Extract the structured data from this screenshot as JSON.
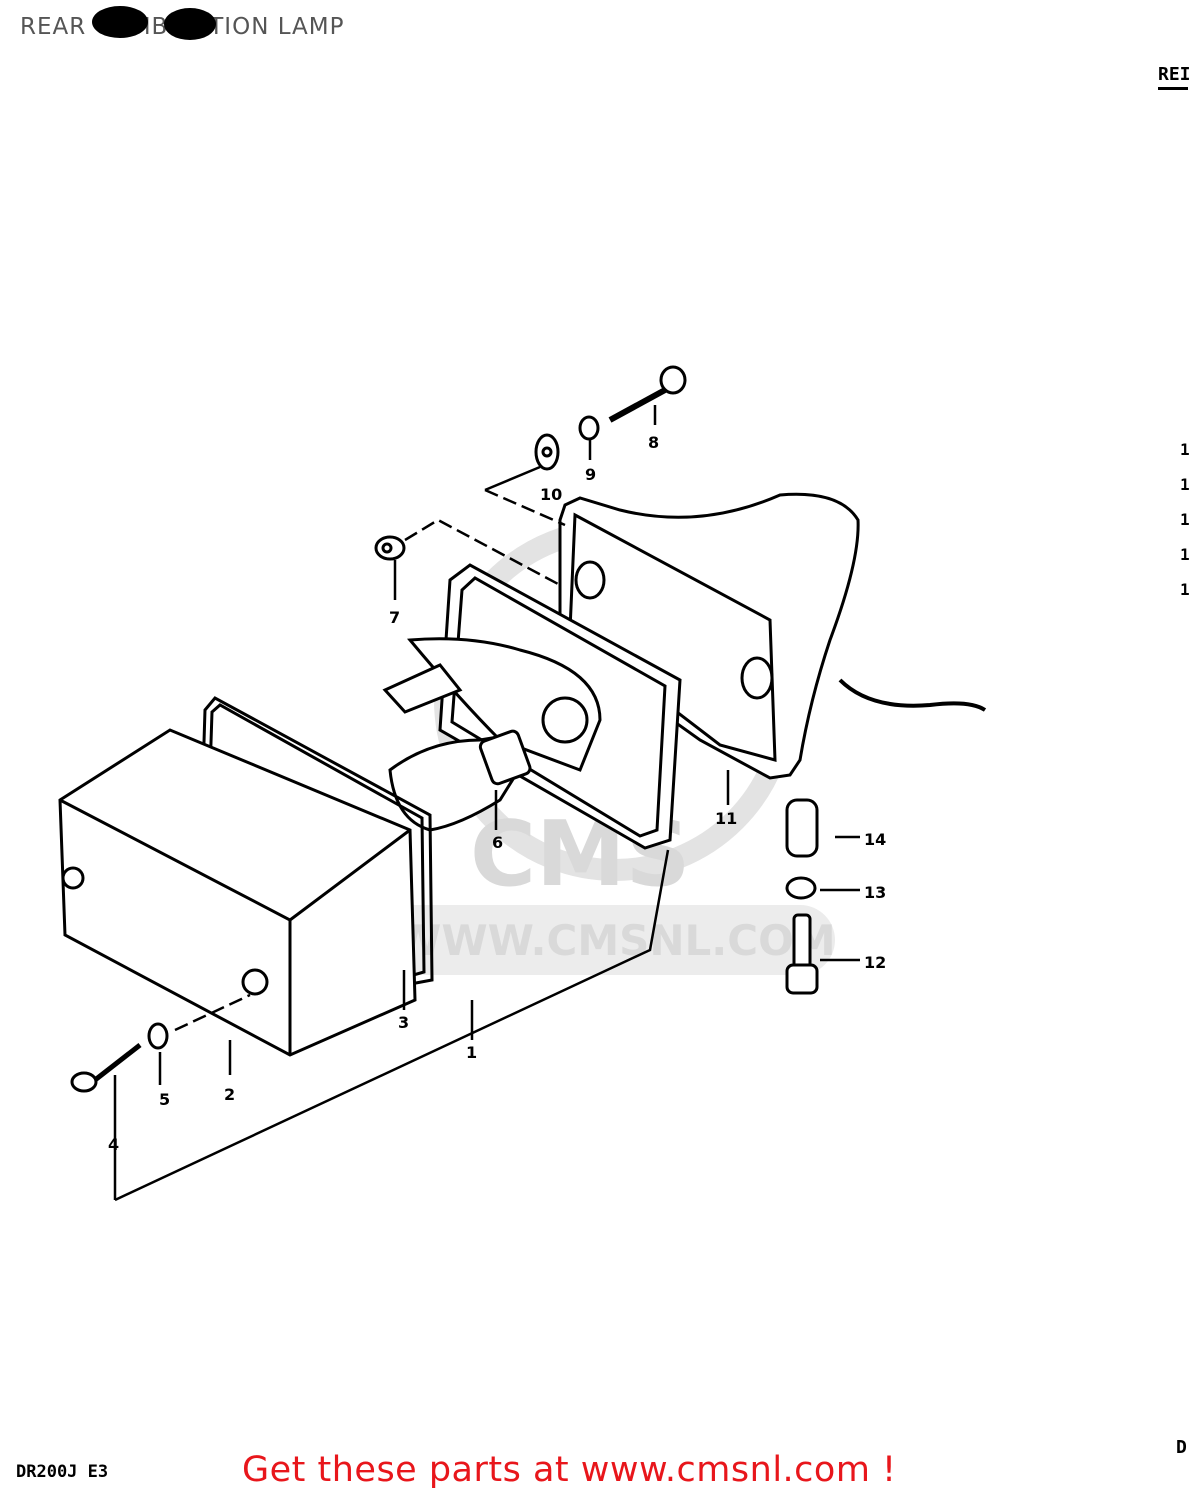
{
  "page": {
    "title": "REAR COMBINATION LAMP",
    "model_code": "DR200J E3",
    "cta_text": "Get these parts at www.cmsnl.com !"
  },
  "edge": {
    "top_right": "REI",
    "bottom_right": "D",
    "right_marks": [
      "1",
      "1",
      "1",
      "1",
      "1"
    ]
  },
  "watermark": {
    "logo_text": "CMS",
    "url_text": "WWW.CMSNL.COM"
  },
  "callouts": [
    {
      "num": "1",
      "part": "lamp-assembly"
    },
    {
      "num": "2",
      "part": "lens"
    },
    {
      "num": "3",
      "part": "gasket"
    },
    {
      "num": "4",
      "part": "screw"
    },
    {
      "num": "5",
      "part": "washer"
    },
    {
      "num": "6",
      "part": "bulb"
    },
    {
      "num": "7",
      "part": "grommet"
    },
    {
      "num": "8",
      "part": "bolt"
    },
    {
      "num": "9",
      "part": "nut"
    },
    {
      "num": "10",
      "part": "washer"
    },
    {
      "num": "11",
      "part": "housing"
    },
    {
      "num": "12",
      "part": "bolt"
    },
    {
      "num": "13",
      "part": "washer"
    },
    {
      "num": "14",
      "part": "spacer"
    }
  ],
  "colors": {
    "cta": "#e8161b",
    "title": "#555555",
    "watermark": "#d9d9d9",
    "ink": "#000000"
  }
}
